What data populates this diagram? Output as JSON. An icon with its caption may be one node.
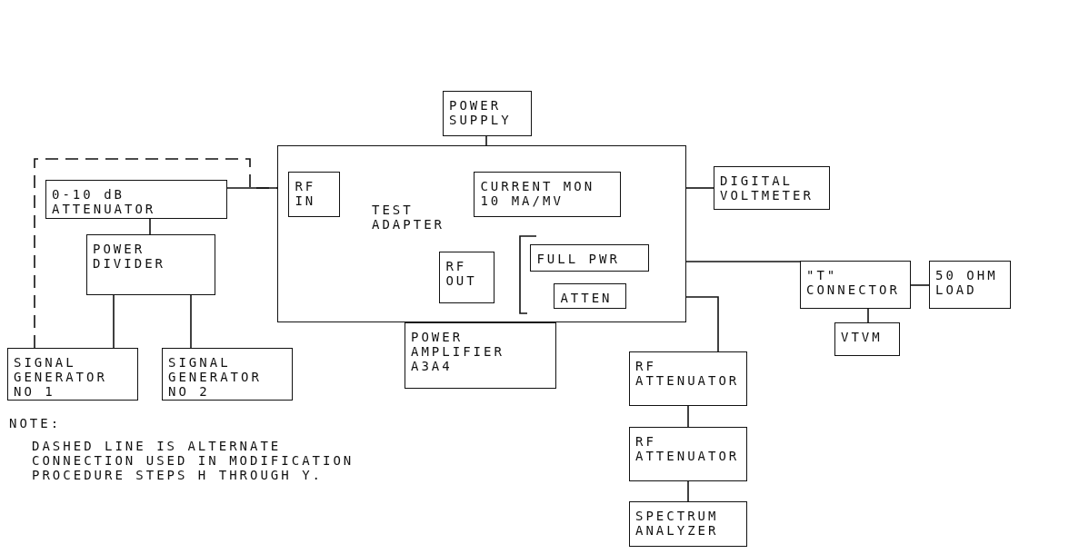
{
  "diagram": {
    "nodes": [
      {
        "text": [
          "POWER SUPPLY"
        ]
      },
      {
        "text": [
          "0-10 dB ATTENUATOR"
        ]
      },
      {
        "text": [
          "TEST ADAPTER"
        ]
      },
      {
        "text": [
          "RF IN"
        ],
        "in": 2
      },
      {
        "text": [
          "CURRENT MON 10 MA/MV"
        ],
        "in": 2
      },
      {
        "text": [
          "RF OUT"
        ],
        "in": 2
      },
      {
        "text": [
          "FULL PWR"
        ],
        "in": 2
      },
      {
        "text": [
          "ATTEN"
        ],
        "in": 2
      },
      {
        "text": [
          "DIGITAL VOLTMETER"
        ]
      },
      {
        "text": [
          "POWER DIVIDER"
        ]
      },
      {
        "text": [
          "\"T\" CONNECTOR"
        ]
      },
      {
        "text": [
          "50 OHM LOAD"
        ]
      },
      {
        "text": [
          "VTVM"
        ]
      },
      {
        "text": [
          "SIGNAL GENERATOR NO 1"
        ]
      },
      {
        "text": [
          "SIGNAL GENERATOR NO 2"
        ]
      },
      {
        "text": [
          "POWER AMPLIFIER A3A4"
        ]
      },
      {
        "text": [
          "RF ATTENUATOR"
        ]
      },
      {
        "text": [
          "RF ATTENUATOR"
        ]
      },
      {
        "text": [
          "SPECTRUM ANALYZER"
        ]
      }
    ],
    "edges": [
      {
        "from": 0,
        "to": 2,
        "arrow": "none"
      },
      {
        "from": 1,
        "to": 2,
        "arrow": "none"
      },
      {
        "from": 1,
        "to": 9,
        "arrow": "none"
      },
      {
        "from": 9,
        "to": 13,
        "arrow": "none"
      },
      {
        "from": 9,
        "to": 14,
        "arrow": "none"
      },
      {
        "from": 13,
        "to": 2,
        "arrow": "none",
        "style": "dashed"
      },
      {
        "from": 2,
        "to": 8,
        "arrow": "none"
      },
      {
        "from": 2,
        "to": 10,
        "arrow": "none"
      },
      {
        "from": 10,
        "to": 11,
        "arrow": "none"
      },
      {
        "from": 10,
        "to": 12,
        "arrow": "none"
      },
      {
        "from": 2,
        "to": 16,
        "arrow": "none"
      },
      {
        "from": 16,
        "to": 17,
        "arrow": "none"
      },
      {
        "from": 17,
        "to": 18,
        "arrow": "none"
      }
    ],
    "labels": [
      "NOTE:",
      "DASHED LINE IS ALTERNATE CONNECTION USED IN MODIFICATION PROCEDURE STEPS H THROUGH Y."
    ]
  }
}
